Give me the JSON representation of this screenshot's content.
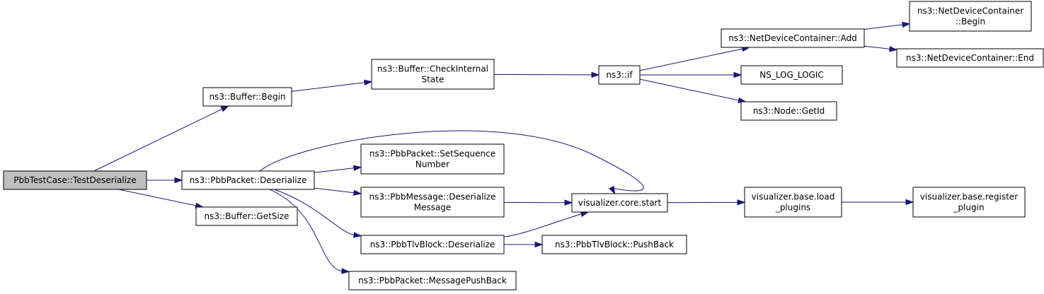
{
  "diagram": {
    "colors": {
      "edge": "#191970",
      "node_fill": "#ffffff",
      "root_fill": "#bfbfbf",
      "node_border": "#000000"
    },
    "nodes": [
      {
        "id": "n0",
        "lines": [
          "PbbTestCase::TestDeserialize"
        ],
        "root": true
      },
      {
        "id": "n1",
        "lines": [
          "ns3::Buffer::Begin"
        ]
      },
      {
        "id": "n2",
        "lines": [
          "ns3::PbbPacket::Deserialize"
        ]
      },
      {
        "id": "n3",
        "lines": [
          "ns3::Buffer::GetSize"
        ]
      },
      {
        "id": "n4",
        "lines": [
          "ns3::Buffer::CheckInternal",
          "State"
        ]
      },
      {
        "id": "n5",
        "lines": [
          "ns3::if"
        ]
      },
      {
        "id": "n6",
        "lines": [
          "ns3::NetDeviceContainer::Add"
        ]
      },
      {
        "id": "n7",
        "lines": [
          "NS_LOG_LOGIC"
        ]
      },
      {
        "id": "n8",
        "lines": [
          "ns3::Node::GetId"
        ]
      },
      {
        "id": "n9",
        "lines": [
          "ns3::NetDeviceContainer",
          "::Begin"
        ]
      },
      {
        "id": "n10",
        "lines": [
          "ns3::NetDeviceContainer::End"
        ]
      },
      {
        "id": "n11",
        "lines": [
          "visualizer.core.start"
        ]
      },
      {
        "id": "n12",
        "lines": [
          "ns3::PbbPacket::SetSequence",
          "Number"
        ]
      },
      {
        "id": "n13",
        "lines": [
          "ns3::PbbMessage::Deserialize",
          "Message"
        ]
      },
      {
        "id": "n14",
        "lines": [
          "ns3::PbbTlvBlock::Deserialize"
        ]
      },
      {
        "id": "n15",
        "lines": [
          "ns3::PbbPacket::MessagePushBack"
        ]
      },
      {
        "id": "n16",
        "lines": [
          "visualizer.base.load",
          "_plugins"
        ]
      },
      {
        "id": "n17",
        "lines": [
          "visualizer.base.register",
          "_plugin"
        ]
      },
      {
        "id": "n18",
        "lines": [
          "ns3::PbbTlvBlock::PushBack"
        ]
      }
    ],
    "edges": [
      {
        "from": "n0",
        "to": "n1"
      },
      {
        "from": "n0",
        "to": "n2"
      },
      {
        "from": "n0",
        "to": "n3"
      },
      {
        "from": "n1",
        "to": "n4"
      },
      {
        "from": "n4",
        "to": "n5"
      },
      {
        "from": "n5",
        "to": "n6"
      },
      {
        "from": "n5",
        "to": "n7"
      },
      {
        "from": "n5",
        "to": "n8"
      },
      {
        "from": "n6",
        "to": "n9"
      },
      {
        "from": "n6",
        "to": "n10"
      },
      {
        "from": "n2",
        "to": "n11"
      },
      {
        "from": "n2",
        "to": "n12"
      },
      {
        "from": "n2",
        "to": "n13"
      },
      {
        "from": "n2",
        "to": "n14"
      },
      {
        "from": "n2",
        "to": "n15"
      },
      {
        "from": "n13",
        "to": "n11"
      },
      {
        "from": "n14",
        "to": "n11"
      },
      {
        "from": "n14",
        "to": "n18"
      },
      {
        "from": "n11",
        "to": "n16"
      },
      {
        "from": "n16",
        "to": "n17"
      }
    ]
  }
}
